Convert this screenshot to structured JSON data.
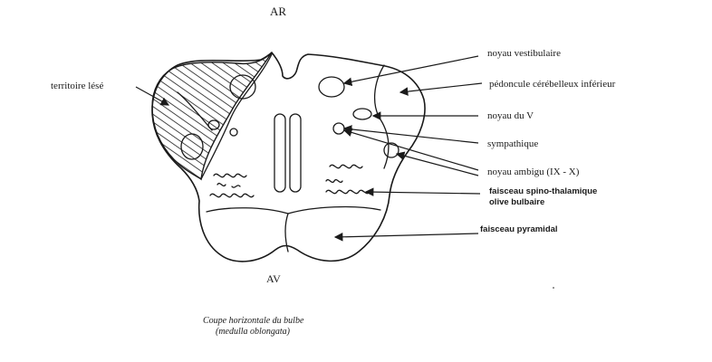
{
  "orientation": {
    "top": "AR",
    "bottom": "AV"
  },
  "caption": {
    "line1": "Coupe horizontale du bulbe",
    "line2": "(medulla oblongata)"
  },
  "labels": {
    "territoire": "territoire lésé",
    "noyau_vestibulaire": "noyau vestibulaire",
    "pedoncule": "pédoncule cérébelleux inférieur",
    "noyau_v": "noyau du V",
    "sympathique": "sympathique",
    "noyau_ambigu": "noyau ambigu (IX - X)",
    "spino_thalamique": "faisceau spino-thalamique",
    "olive": "olive bulbaire",
    "pyramidal": "faisceau pyramidal"
  }
}
